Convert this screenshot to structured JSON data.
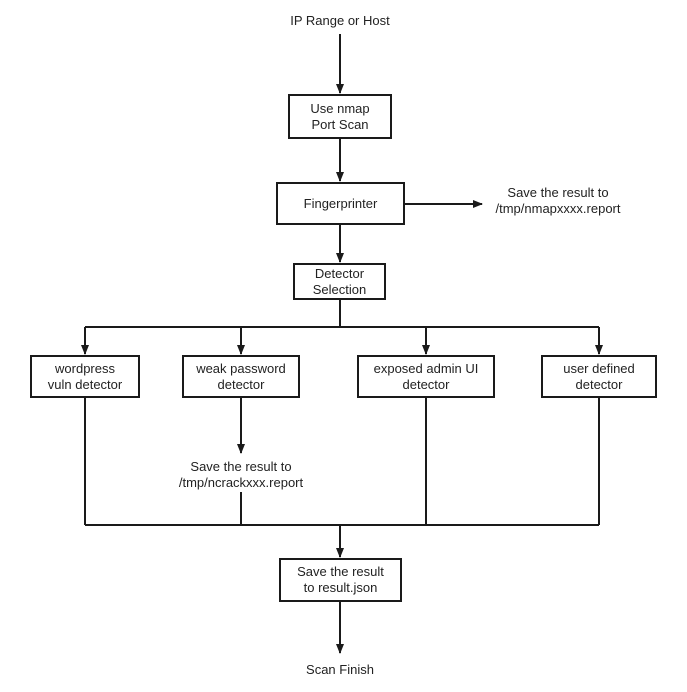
{
  "colors": {
    "stroke": "#1a1a1a",
    "text": "#222222",
    "background": "#ffffff"
  },
  "start": "IP Range or Host",
  "nmap": [
    "Use nmap",
    "Port Scan"
  ],
  "fingerprinter": "Fingerprinter",
  "nmap_report": [
    "Save the result to",
    "/tmp/nmapxxxx.report"
  ],
  "detector_selection": [
    "Detector",
    "Selection"
  ],
  "detectors": {
    "wordpress": [
      "wordpress",
      "vuln detector"
    ],
    "weak_password": [
      "weak password",
      "detector"
    ],
    "exposed_admin": [
      "exposed admin UI",
      "detector"
    ],
    "user_defined": [
      "user defined",
      "detector"
    ]
  },
  "ncrack_report": [
    "Save the result to",
    "/tmp/ncrackxxx.report"
  ],
  "save_result": [
    "Save the result",
    "to result.json"
  ],
  "end": "Scan Finish"
}
